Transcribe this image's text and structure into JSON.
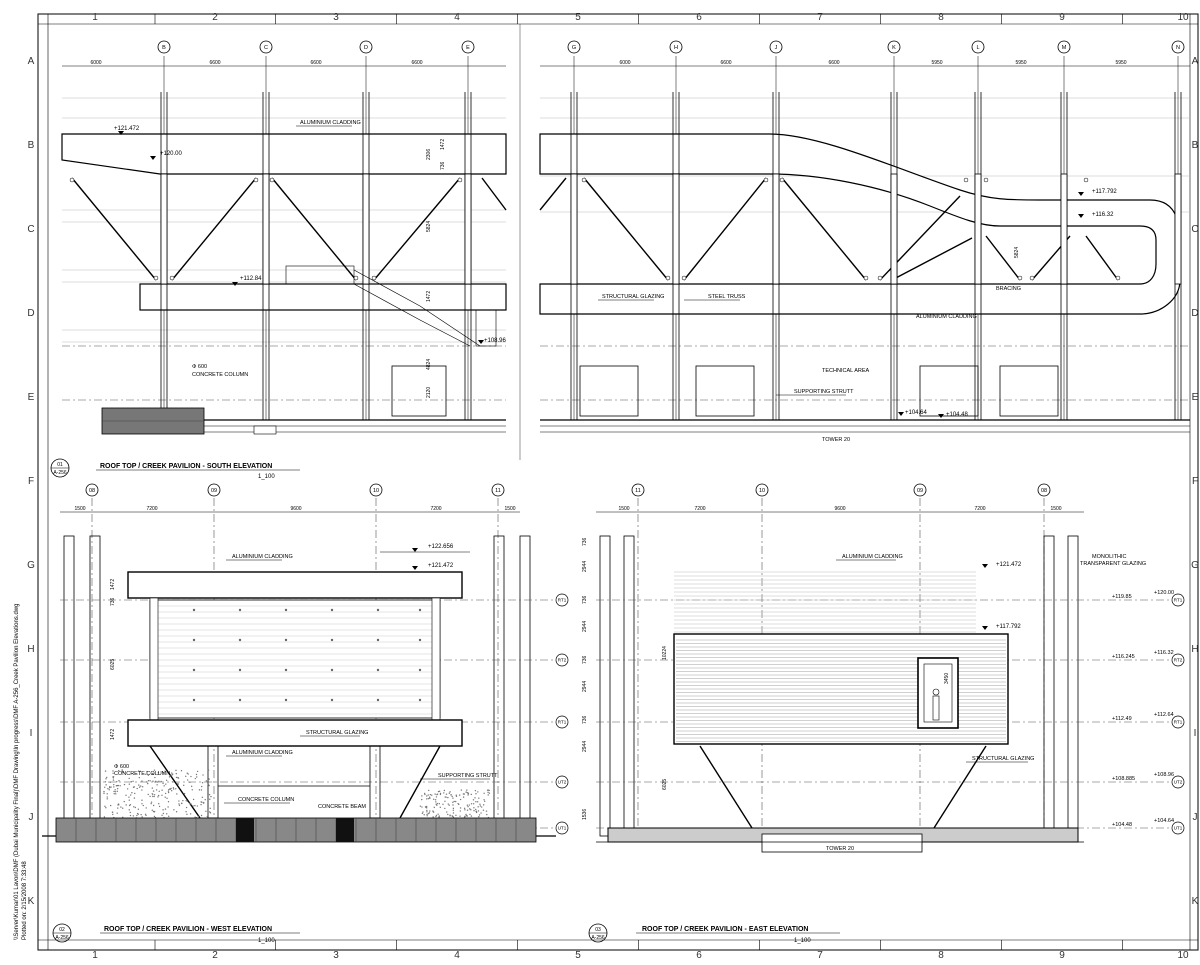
{
  "sheet": {
    "grid_cols": [
      "1",
      "2",
      "3",
      "4",
      "5",
      "6",
      "7",
      "8",
      "9",
      "10"
    ],
    "grid_rows": [
      "A",
      "B",
      "C",
      "D",
      "E",
      "F",
      "G",
      "H",
      "I",
      "J",
      "K"
    ],
    "side_note": "\\\\Server\\Kumar\\01 Lavon\\DMF (Dubai Municipality Final)\\DMF Drawing\\In progress\\DMF A-256_Creek Pavilion Elevations.dwg",
    "plotted": "Plotted on: 2/15/2008 7:33:48"
  },
  "south": {
    "title": "ROOF TOP / CREEK PAVILION - SOUTH ELEVATION",
    "scale": "1_100",
    "tag_num": "01",
    "tag_ref": "A-256",
    "axes": [
      "B",
      "C",
      "D",
      "E",
      "G",
      "H",
      "J",
      "K",
      "L",
      "M",
      "N"
    ],
    "spans": [
      "6000",
      "6600",
      "6600",
      "6600",
      "6000",
      "6600",
      "6600",
      "5950",
      "5950",
      "5950"
    ],
    "levels": [
      "+121.472",
      "+120.00",
      "+112.84",
      "+108.96",
      "+117.792",
      "+116.32",
      "+104.64",
      "+104.48"
    ],
    "dims": [
      "2306",
      "1472",
      "736",
      "5824",
      "1472",
      "4824",
      "2120",
      "5824"
    ],
    "labels": {
      "cladding": "ALUMINIUM CLADDING",
      "column": "CONCRETE COLUMN",
      "column_dia": "Φ 600",
      "glazing": "STRUCTURAL GLAZING",
      "truss": "STEEL TRUSS",
      "bracing": "BRACING",
      "cladding2": "ALUMINIUM CLADDING",
      "technical": "TECHNICAL AREA",
      "strutt": "SUPPORTING STRUTT",
      "tower": "TOWER 20"
    }
  },
  "west": {
    "title": "ROOF TOP / CREEK PAVILION - WEST ELEVATION",
    "scale": "1_100",
    "tag_num": "02",
    "tag_ref": "A-256",
    "axes": [
      "08",
      "09",
      "10",
      "11"
    ],
    "spans": [
      "1500",
      "7200",
      "9600",
      "7200",
      "1500"
    ],
    "levels": [
      "+122.656",
      "+121.472"
    ],
    "dims": [
      "1472",
      "736",
      "6025",
      "1472"
    ],
    "markers": [
      "RT1",
      "RT2",
      "RT1",
      "UT2",
      "UT1"
    ],
    "labels": {
      "cladding_top": "ALUMINIUM CLADDING",
      "glazing": "STRUCTURAL GLAZING",
      "cladding_bot": "ALUMINIUM CLADDING",
      "column": "CONCRETE COLUMN",
      "column_dia": "Φ 600",
      "column2": "CONCRETE COLUMN",
      "beam": "CONCRETE BEAM",
      "strutt": "SUPPORTING STRUTT"
    }
  },
  "east": {
    "title": "ROOF TOP / CREEK PAVILION - EAST ELEVATION",
    "scale": "1_100",
    "tag_num": "03",
    "tag_ref": "A-256",
    "axes": [
      "11",
      "10",
      "09",
      "08"
    ],
    "spans": [
      "1500",
      "7200",
      "9600",
      "7200",
      "1500"
    ],
    "levels_left": [
      "+121.472",
      "+117.792"
    ],
    "levels_right": [
      "+119.85",
      "+120.00",
      "+116.245",
      "+116.32",
      "+112.49",
      "+112.64",
      "+108.885",
      "+108.96",
      "+104.48",
      "+104.64"
    ],
    "dims": [
      "736",
      "2944",
      "736",
      "2944",
      "736",
      "2944",
      "736",
      "2944",
      "1536",
      "10224",
      "6025",
      "3450"
    ],
    "markers": [
      "RT1",
      "RT2",
      "RT1",
      "UT2",
      "UT1"
    ],
    "labels": {
      "cladding": "ALUMINIUM CLADDING",
      "mono1": "MONOLITHIC",
      "mono2": "TRANSPARENT GLAZING",
      "glazing": "STRUCTURAL GLAZING",
      "tower": "TOWER 20"
    }
  }
}
